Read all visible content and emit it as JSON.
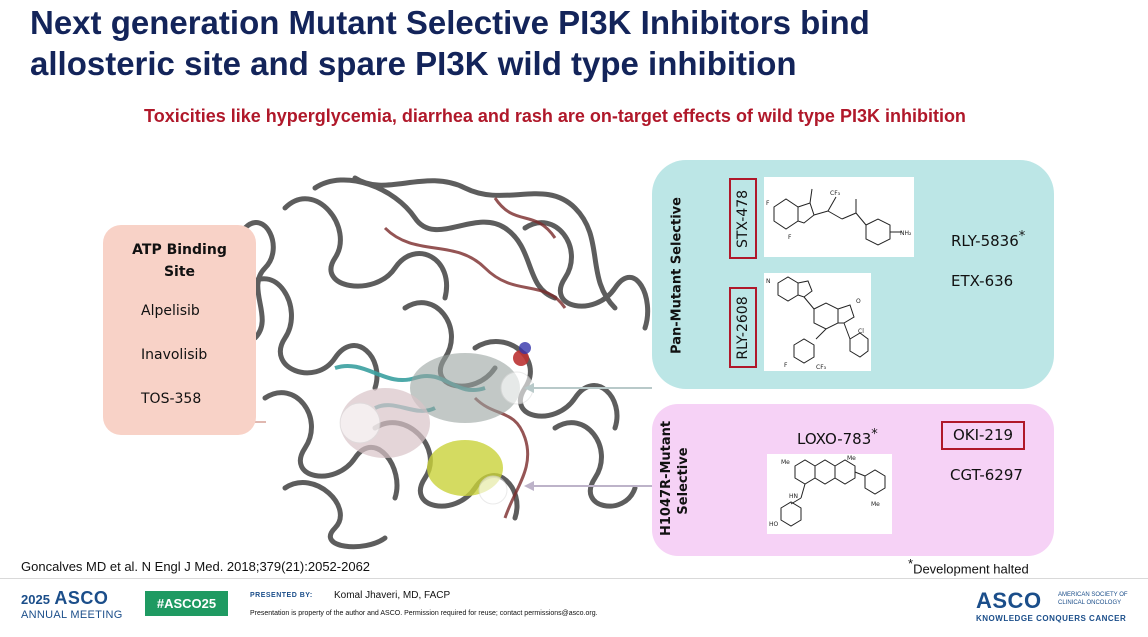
{
  "slide": {
    "title_line1": "Next generation Mutant Selective PI3K Inhibitors bind",
    "title_line2": "allosteric site and spare PI3K wild type inhibition",
    "subtitle": "Toxicities like hyperglycemia, diarrhea and rash are on-target effects of wild type PI3K inhibition"
  },
  "atp_site": {
    "title_line1": "ATP Binding",
    "title_line2": "Site",
    "drugs": [
      "Alpelisib",
      "Inavolisib",
      "TOS-358"
    ]
  },
  "pan_mutant": {
    "label": "Pan-Mutant Selective",
    "highlighted": [
      "STX-478",
      "RLY-2608"
    ],
    "drugs": [
      "RLY-5836",
      "ETX-636"
    ],
    "asterisk": "*"
  },
  "h1047r_mutant": {
    "label_line1": "H1047R-Mutant",
    "label_line2": "Selective",
    "drug_left": "LOXO-783",
    "highlighted": "OKI-219",
    "drug_right": "CGT-6297",
    "asterisk": "*"
  },
  "footnotes": {
    "citation": "Goncalves MD et al. N Engl J Med. 2018;379(21):2052-2062",
    "asterisk": "*",
    "development_halted": "Development halted"
  },
  "footer": {
    "year": "2025",
    "asco": "ASCO",
    "annual_meeting": "ANNUAL MEETING",
    "hashtag": "#ASCO25",
    "presented_by": "PRESENTED BY:",
    "presenter": "Komal Jhaveri, MD, FACP",
    "disclaimer": "Presentation is property of the author and ASCO. Permission required for reuse; contact permissions@asco.org.",
    "asco_right": "ASCO",
    "org_line1": "AMERICAN SOCIETY OF",
    "org_line2": "CLINICAL ONCOLOGY",
    "tagline": "KNOWLEDGE CONQUERS CANCER"
  },
  "colors": {
    "title": "#13245a",
    "subtitle": "#b0182a",
    "atp_box": "#f8d2c7",
    "pan_box": "#bce6e6",
    "h1047_box": "#f6d2f6",
    "highlight_border": "#b0182a",
    "hashtag_bg": "#1f9a62",
    "asco_blue": "#1b4e8a"
  }
}
